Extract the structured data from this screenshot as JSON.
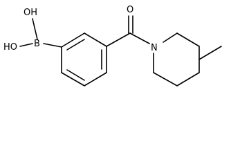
{
  "molecule": {
    "atoms": {
      "oh_top": "OH",
      "oh_left": "HO",
      "boron": "B",
      "oxygen": "O",
      "nitrogen": "N"
    }
  },
  "colors": {
    "bond": "#000000",
    "label": "#000000",
    "background": "#ffffff"
  }
}
